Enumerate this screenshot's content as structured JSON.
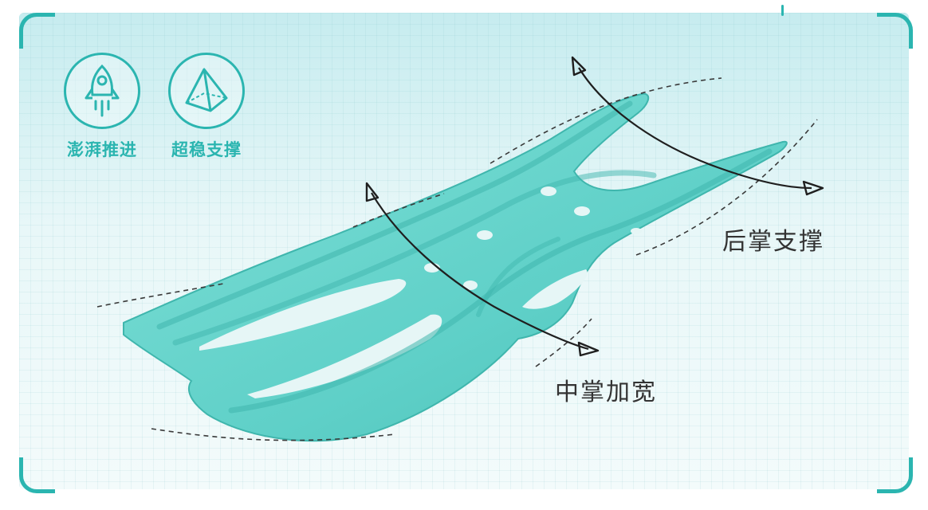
{
  "features": [
    {
      "icon": "rocket-icon",
      "label": "澎湃推进"
    },
    {
      "icon": "pyramid-icon",
      "label": "超稳支撑"
    }
  ],
  "callouts": {
    "rear": "后掌支撑",
    "mid": "中掌加宽"
  },
  "colors": {
    "accent": "#2bb5b0",
    "plate": "#5fd0c8",
    "plate_shadow": "#3fb6ad",
    "background": "#dff3f4",
    "callout_text": "#333333"
  }
}
